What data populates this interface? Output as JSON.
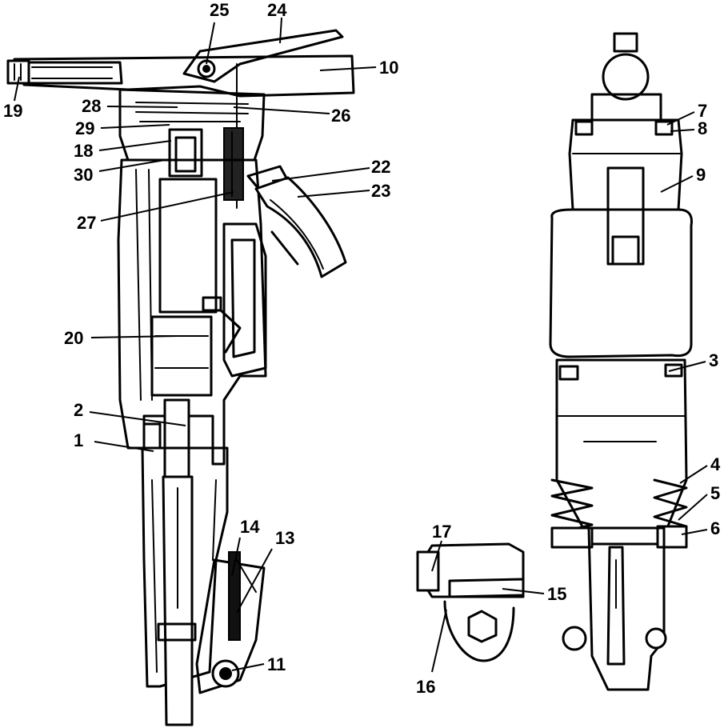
{
  "figure": {
    "callouts": [
      {
        "id": "c1",
        "text": "1"
      },
      {
        "id": "c2",
        "text": "2"
      },
      {
        "id": "c3",
        "text": "3"
      },
      {
        "id": "c4",
        "text": "4"
      },
      {
        "id": "c5",
        "text": "5"
      },
      {
        "id": "c6",
        "text": "6"
      },
      {
        "id": "c7",
        "text": "7"
      },
      {
        "id": "c8",
        "text": "8"
      },
      {
        "id": "c9",
        "text": "9"
      },
      {
        "id": "c10",
        "text": "10"
      },
      {
        "id": "c11",
        "text": "11"
      },
      {
        "id": "c13",
        "text": "13"
      },
      {
        "id": "c14",
        "text": "14"
      },
      {
        "id": "c15",
        "text": "15"
      },
      {
        "id": "c16",
        "text": "16"
      },
      {
        "id": "c17",
        "text": "17"
      },
      {
        "id": "c18",
        "text": "18"
      },
      {
        "id": "c19",
        "text": "19"
      },
      {
        "id": "c20",
        "text": "20"
      },
      {
        "id": "c22",
        "text": "22"
      },
      {
        "id": "c23",
        "text": "23"
      },
      {
        "id": "c24",
        "text": "24"
      },
      {
        "id": "c25",
        "text": "25"
      },
      {
        "id": "c26",
        "text": "26"
      },
      {
        "id": "c27",
        "text": "27"
      },
      {
        "id": "c28",
        "text": "28"
      },
      {
        "id": "c29",
        "text": "29"
      },
      {
        "id": "c30",
        "text": "30"
      }
    ]
  }
}
